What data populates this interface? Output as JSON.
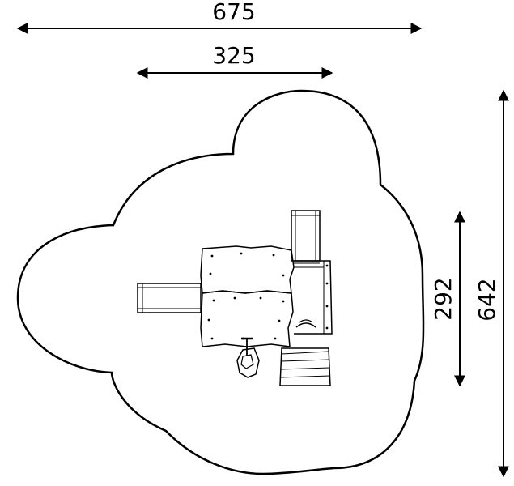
{
  "dimensions": {
    "overall_width": "675",
    "structure_width": "325",
    "structure_depth": "292",
    "overall_depth": "642"
  },
  "colors": {
    "line": "#000000",
    "background": "#ffffff"
  }
}
